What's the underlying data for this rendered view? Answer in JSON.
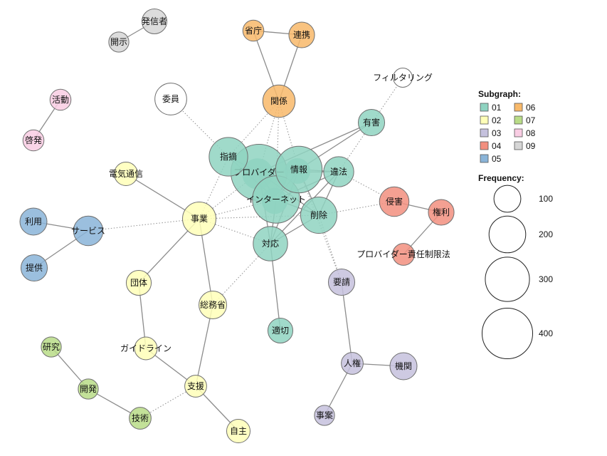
{
  "legend": {
    "subgraph_title": "Subgraph:",
    "frequency_title": "Frequency:",
    "subgraphs": [
      {
        "id": "01",
        "color": "#8fd3c1"
      },
      {
        "id": "02",
        "color": "#ffffb8"
      },
      {
        "id": "03",
        "color": "#c5c1dd"
      },
      {
        "id": "04",
        "color": "#f28f7f"
      },
      {
        "id": "05",
        "color": "#8ab4d8"
      },
      {
        "id": "06",
        "color": "#f8b96a"
      },
      {
        "id": "07",
        "color": "#b9dc87"
      },
      {
        "id": "08",
        "color": "#f9cde3"
      },
      {
        "id": "09",
        "color": "#d6d6d6"
      }
    ],
    "frequencies": [
      "100",
      "200",
      "300",
      "400"
    ]
  },
  "nodes": [
    {
      "id": "provider",
      "label": "プロバイダー",
      "group": "01",
      "freq": 450
    },
    {
      "id": "info",
      "label": "情報",
      "group": "01",
      "freq": 300
    },
    {
      "id": "internet",
      "label": "インターネット",
      "group": "01",
      "freq": 310
    },
    {
      "id": "shiteki",
      "label": "指摘",
      "group": "01",
      "freq": 200
    },
    {
      "id": "sakujo",
      "label": "削除",
      "group": "01",
      "freq": 175
    },
    {
      "id": "taio",
      "label": "対応",
      "group": "01",
      "freq": 155
    },
    {
      "id": "ihou",
      "label": "違法",
      "group": "01",
      "freq": 115
    },
    {
      "id": "yugai",
      "label": "有害",
      "group": "01",
      "freq": 85
    },
    {
      "id": "tekisetsu",
      "label": "適切",
      "group": "01",
      "freq": 75
    },
    {
      "id": "jigyo",
      "label": "事業",
      "group": "02",
      "freq": 145
    },
    {
      "id": "denki",
      "label": "電気通信",
      "group": "02",
      "freq": 65
    },
    {
      "id": "dantai",
      "label": "団体",
      "group": "02",
      "freq": 75
    },
    {
      "id": "somusho",
      "label": "総務省",
      "group": "02",
      "freq": 95
    },
    {
      "id": "guideline",
      "label": "ガイドライン",
      "group": "02",
      "freq": 60
    },
    {
      "id": "shien",
      "label": "支援",
      "group": "02",
      "freq": 55
    },
    {
      "id": "jishu",
      "label": "自主",
      "group": "02",
      "freq": 65
    },
    {
      "id": "yousei",
      "label": "要請",
      "group": "03",
      "freq": 85
    },
    {
      "id": "jinken",
      "label": "人権",
      "group": "03",
      "freq": 55
    },
    {
      "id": "kikan",
      "label": "機関",
      "group": "03",
      "freq": 90
    },
    {
      "id": "jian",
      "label": "事案",
      "group": "03",
      "freq": 45
    },
    {
      "id": "shingai",
      "label": "侵害",
      "group": "04",
      "freq": 110
    },
    {
      "id": "kenri",
      "label": "権利",
      "group": "04",
      "freq": 80
    },
    {
      "id": "provlaw",
      "label": "プロバイダー責任制限法",
      "group": "04",
      "freq": 55
    },
    {
      "id": "riyou",
      "label": "利用",
      "group": "05",
      "freq": 90
    },
    {
      "id": "service",
      "label": "サービス",
      "group": "05",
      "freq": 110
    },
    {
      "id": "teikyo",
      "label": "提供",
      "group": "05",
      "freq": 85
    },
    {
      "id": "kankei",
      "label": "関係",
      "group": "06",
      "freq": 135
    },
    {
      "id": "shocho",
      "label": "省庁",
      "group": "06",
      "freq": 50
    },
    {
      "id": "renkei",
      "label": "連携",
      "group": "06",
      "freq": 80
    },
    {
      "id": "kenkyu",
      "label": "研究",
      "group": "07",
      "freq": 45
    },
    {
      "id": "kaihatsu",
      "label": "開発",
      "group": "07",
      "freq": 45
    },
    {
      "id": "gijutsu",
      "label": "技術",
      "group": "07",
      "freq": 55
    },
    {
      "id": "katsudo",
      "label": "活動",
      "group": "08",
      "freq": 50
    },
    {
      "id": "keihatsu",
      "label": "啓発",
      "group": "08",
      "freq": 50
    },
    {
      "id": "hasshinsha",
      "label": "発信者",
      "group": "09",
      "freq": 75
    },
    {
      "id": "kaiji",
      "label": "開示",
      "group": "09",
      "freq": 45
    },
    {
      "id": "iin",
      "label": "委員",
      "group": "none",
      "freq": 130
    },
    {
      "id": "filtering",
      "label": "フィルタリング",
      "group": "none",
      "freq": 40
    }
  ],
  "edges": [
    {
      "source": "provider",
      "target": "info",
      "style": "solid"
    },
    {
      "source": "provider",
      "target": "internet",
      "style": "solid"
    },
    {
      "source": "provider",
      "target": "shiteki",
      "style": "solid"
    },
    {
      "source": "provider",
      "target": "sakujo",
      "style": "solid"
    },
    {
      "source": "provider",
      "target": "taio",
      "style": "solid"
    },
    {
      "source": "provider",
      "target": "ihou",
      "style": "solid"
    },
    {
      "source": "provider",
      "target": "yugai",
      "style": "solid"
    },
    {
      "source": "info",
      "target": "internet",
      "style": "solid"
    },
    {
      "source": "info",
      "target": "ihou",
      "style": "solid"
    },
    {
      "source": "info",
      "target": "sakujo",
      "style": "solid"
    },
    {
      "source": "info",
      "target": "taio",
      "style": "solid"
    },
    {
      "source": "info",
      "target": "yugai",
      "style": "solid"
    },
    {
      "source": "internet",
      "target": "taio",
      "style": "solid"
    },
    {
      "source": "internet",
      "target": "sakujo",
      "style": "solid"
    },
    {
      "source": "internet",
      "target": "ihou",
      "style": "solid"
    },
    {
      "source": "shiteki",
      "target": "internet",
      "style": "solid"
    },
    {
      "source": "sakujo",
      "target": "taio",
      "style": "solid"
    },
    {
      "source": "sakujo",
      "target": "ihou",
      "style": "solid"
    },
    {
      "source": "taio",
      "target": "ihou",
      "style": "solid"
    },
    {
      "source": "taio",
      "target": "tekisetsu",
      "style": "solid"
    },
    {
      "source": "jigyo",
      "target": "denki",
      "style": "solid"
    },
    {
      "source": "jigyo",
      "target": "dantai",
      "style": "solid"
    },
    {
      "source": "jigyo",
      "target": "somusho",
      "style": "solid"
    },
    {
      "source": "somusho",
      "target": "shien",
      "style": "solid"
    },
    {
      "source": "dantai",
      "target": "guideline",
      "style": "solid"
    },
    {
      "source": "guideline",
      "target": "shien",
      "style": "solid"
    },
    {
      "source": "shien",
      "target": "jishu",
      "style": "solid"
    },
    {
      "source": "yousei",
      "target": "jinken",
      "style": "solid"
    },
    {
      "source": "jinken",
      "target": "kikan",
      "style": "solid"
    },
    {
      "source": "jinken",
      "target": "jian",
      "style": "solid"
    },
    {
      "source": "shingai",
      "target": "kenri",
      "style": "solid"
    },
    {
      "source": "kenri",
      "target": "provlaw",
      "style": "solid"
    },
    {
      "source": "riyou",
      "target": "service",
      "style": "solid"
    },
    {
      "source": "service",
      "target": "teikyo",
      "style": "solid"
    },
    {
      "source": "kankei",
      "target": "shocho",
      "style": "solid"
    },
    {
      "source": "kankei",
      "target": "renkei",
      "style": "solid"
    },
    {
      "source": "shocho",
      "target": "renkei",
      "style": "solid"
    },
    {
      "source": "kenkyu",
      "target": "kaihatsu",
      "style": "solid"
    },
    {
      "source": "kaihatsu",
      "target": "gijutsu",
      "style": "solid"
    },
    {
      "source": "katsudo",
      "target": "keihatsu",
      "style": "solid"
    },
    {
      "source": "hasshinsha",
      "target": "kaiji",
      "style": "solid"
    },
    {
      "source": "iin",
      "target": "shiteki",
      "style": "dotted"
    },
    {
      "source": "kankei",
      "target": "provider",
      "style": "dotted"
    },
    {
      "source": "kankei",
      "target": "info",
      "style": "dotted"
    },
    {
      "source": "kankei",
      "target": "internet",
      "style": "dotted"
    },
    {
      "source": "kankei",
      "target": "shiteki",
      "style": "dotted"
    },
    {
      "source": "filtering",
      "target": "ihou",
      "style": "dotted"
    },
    {
      "source": "service",
      "target": "jigyo",
      "style": "dotted"
    },
    {
      "source": "jigyo",
      "target": "provider",
      "style": "dotted"
    },
    {
      "source": "jigyo",
      "target": "internet",
      "style": "dotted"
    },
    {
      "source": "jigyo",
      "target": "sakujo",
      "style": "dotted"
    },
    {
      "source": "jigyo",
      "target": "taio",
      "style": "dotted"
    },
    {
      "source": "jigyo",
      "target": "shiteki",
      "style": "dotted"
    },
    {
      "source": "somusho",
      "target": "taio",
      "style": "dotted"
    },
    {
      "source": "shingai",
      "target": "ihou",
      "style": "dotted"
    },
    {
      "source": "shingai",
      "target": "sakujo",
      "style": "dotted"
    },
    {
      "source": "yousei",
      "target": "sakujo",
      "style": "dotted"
    },
    {
      "source": "yousei",
      "target": "info",
      "style": "dotted"
    },
    {
      "source": "shien",
      "target": "gijutsu",
      "style": "dotted"
    }
  ]
}
